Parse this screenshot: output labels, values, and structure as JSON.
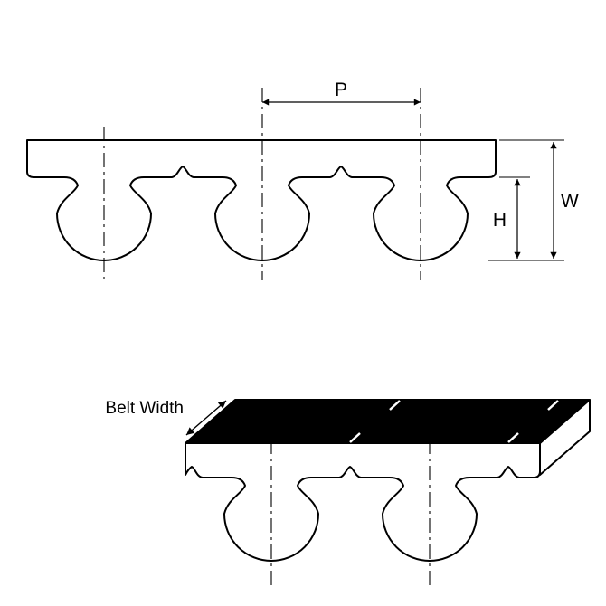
{
  "colors": {
    "ink": "#000000",
    "belt_fill": "#ffffff",
    "top_face_fill": "#000000",
    "background": "#ffffff"
  },
  "top_view": {
    "pitch_label": "P",
    "width_label": "W",
    "height_label": "H"
  },
  "bottom_view": {
    "belt_width_label": "Belt Width"
  }
}
